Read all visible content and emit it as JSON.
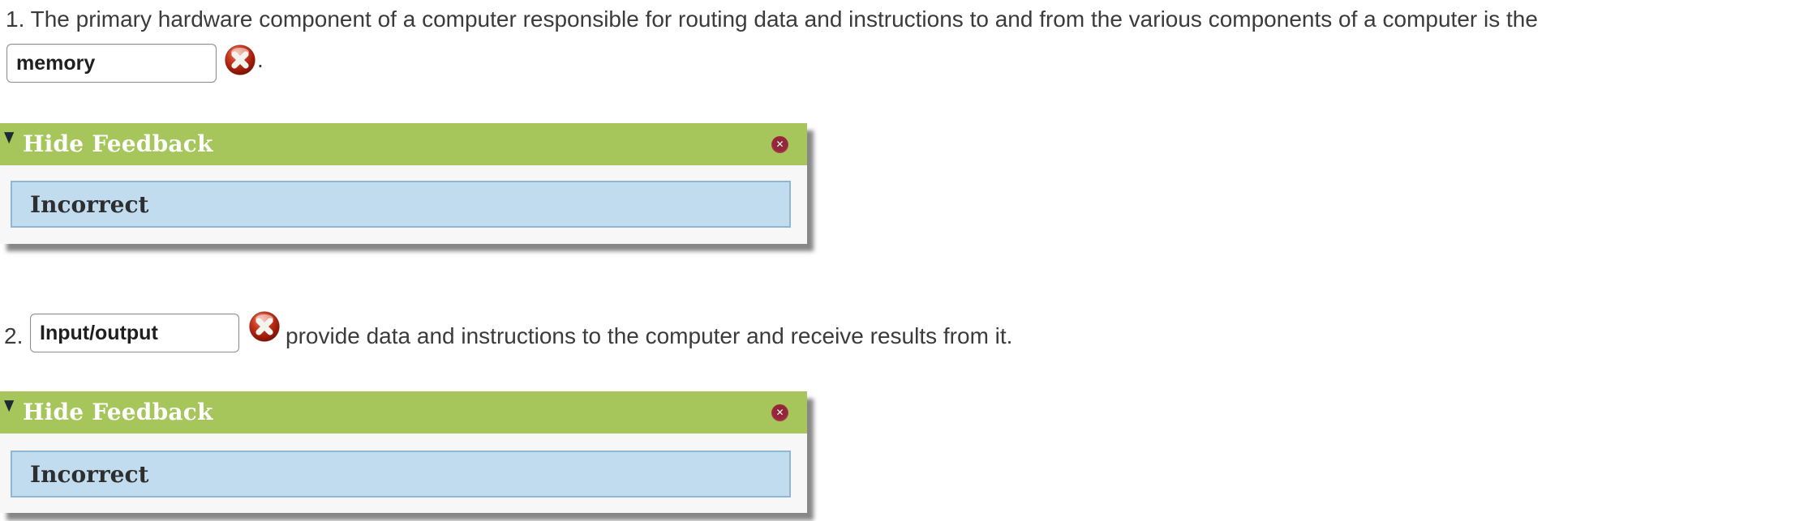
{
  "questions": [
    {
      "prompt": "1. The primary hardware component of a computer responsible for routing data and instructions to and from the various components of a computer is the",
      "answer": "memory",
      "suffix": ".",
      "status": "incorrect"
    },
    {
      "number": "2.",
      "answer": "Input/output",
      "prompt": "provide data and instructions to the computer and receive results from it.",
      "status": "incorrect"
    }
  ],
  "feedback_panels": [
    {
      "toggle_label": "Hide Feedback",
      "message": "Incorrect"
    },
    {
      "toggle_label": "Hide Feedback",
      "message": "Incorrect"
    }
  ],
  "icons": {
    "collapse_arrow": "▼",
    "close": "✕",
    "error": "incorrect-x-ball"
  },
  "colors": {
    "header_green": "#a6c55b",
    "feedback_fill": "#c1dcee",
    "feedback_border": "#8fb6d4",
    "error_red": "#9c1a08",
    "close_maroon": "#8e2233",
    "panel_background": "#f7f7f7",
    "text": "#3b3b3b"
  }
}
